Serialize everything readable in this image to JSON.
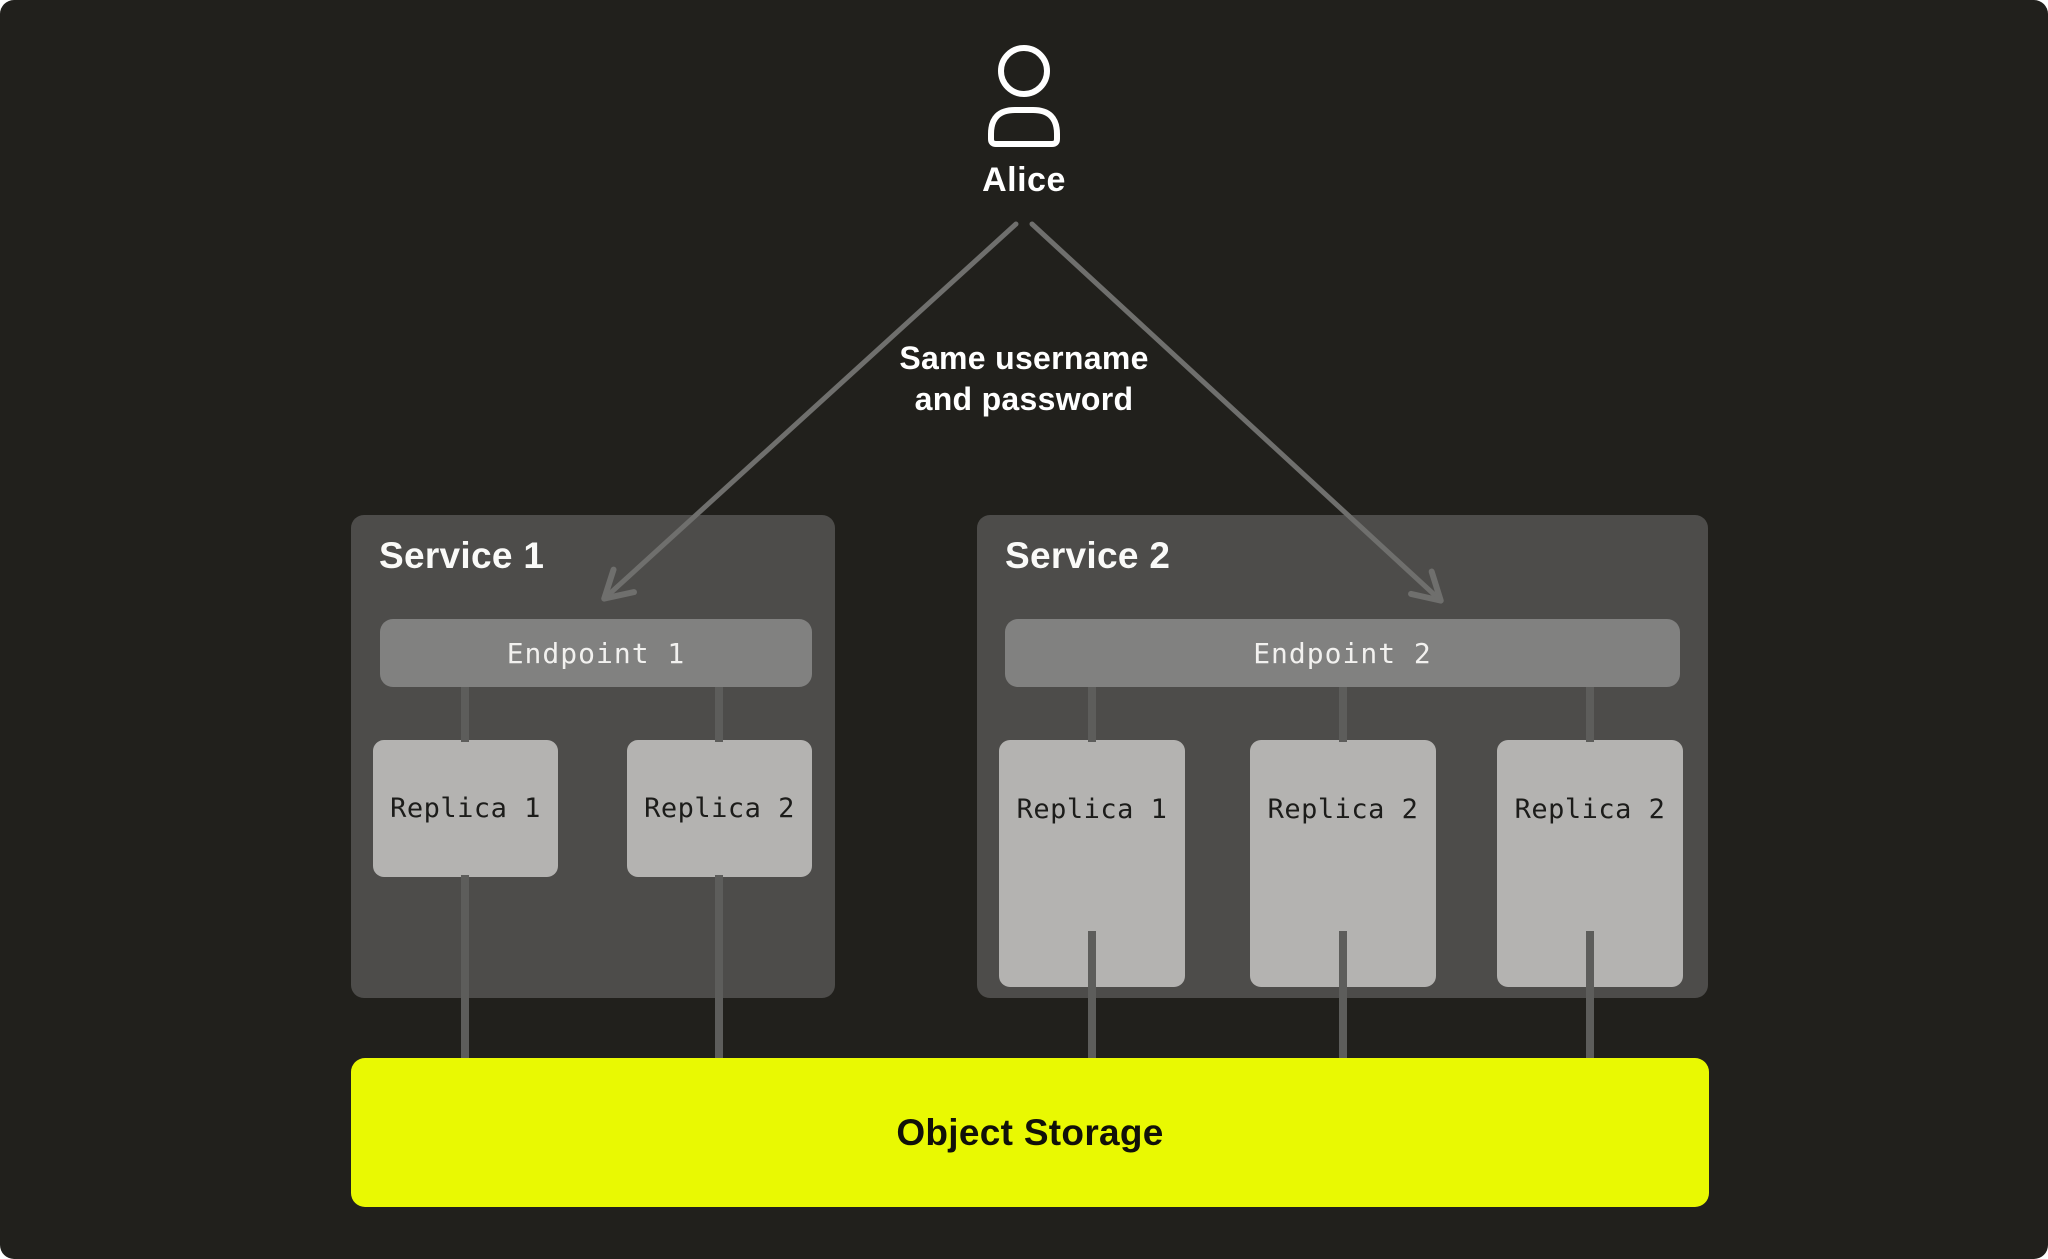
{
  "diagram": {
    "user": {
      "name": "Alice",
      "icon": "person-icon"
    },
    "annotation": {
      "text": "Same username\nand password"
    },
    "services": [
      {
        "title": "Service 1",
        "endpoint": "Endpoint 1",
        "replicas": [
          "Replica 1",
          "Replica 2"
        ]
      },
      {
        "title": "Service 2",
        "endpoint": "Endpoint 2",
        "replicas": [
          "Replica 1",
          "Replica 2",
          "Replica 2"
        ]
      }
    ],
    "storage": {
      "label": "Object Storage"
    },
    "colors": {
      "canvas_background": "#21201c",
      "service_box": "#4d4c4a",
      "endpoint_bar": "#818180",
      "replica_box": "#b4b3b1",
      "storage_accent": "#e9f902",
      "arrow_gray": "#6f6f6d",
      "connector_gray": "#5d5d5b",
      "text_light": "#ffffff",
      "text_dark": "#1c1c1a"
    }
  }
}
